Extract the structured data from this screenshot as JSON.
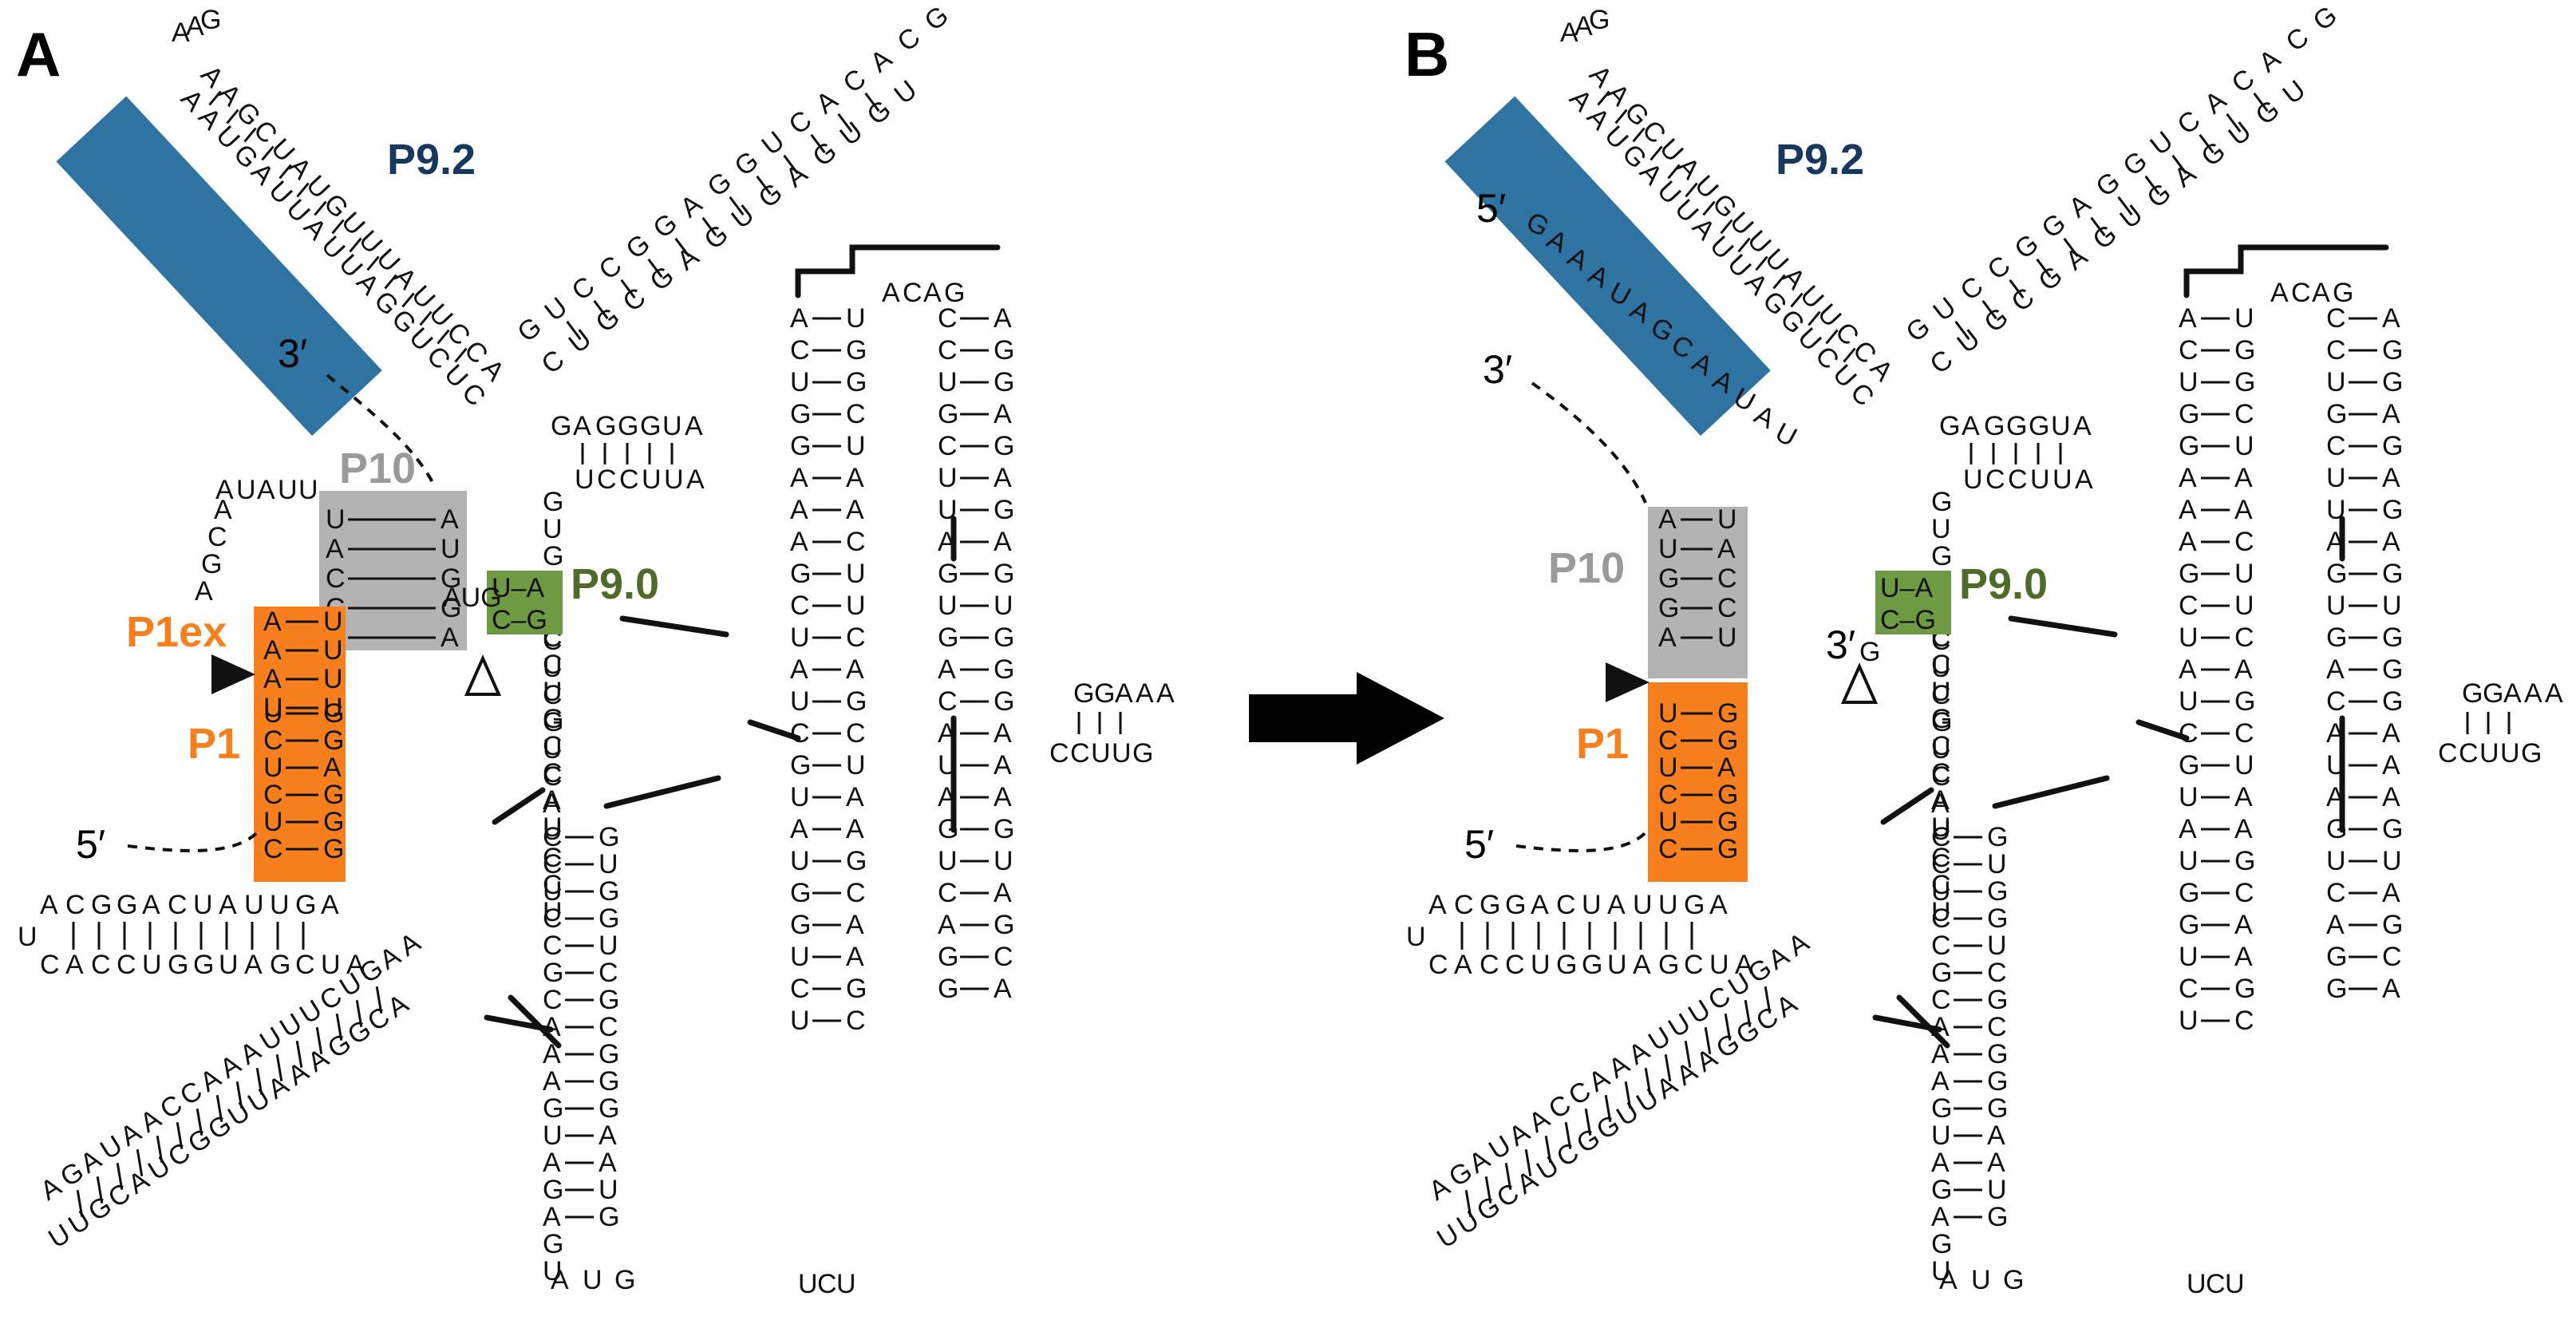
{
  "panels": [
    {
      "letter": "A",
      "labels": {
        "p9_2": "P9.2",
        "p10": "P10",
        "p9_0": "P9.0",
        "p1ex": "P1ex",
        "p1": "P1",
        "end3": "3′",
        "end5": "5′"
      },
      "segments": {
        "left_stem_top": "ACGGACUAUUGA",
        "left_stem_bottom": "CACCUGGUAGCUA",
        "left_stem_loop": "U",
        "loop_top": "AUAUU",
        "loop_left": "ACGA",
        "p10_left": "UACCU",
        "p10_right": "AUGGA",
        "p1ex_left": "AAAU",
        "p1ex_right": "UUUU",
        "p1_left": "UCUCUC",
        "p1_right": "GGAGGG",
        "p9_0_pair_1": "U–A",
        "p9_0_pair_2": "C–G",
        "p9_0_tail": "AUG",
        "gagggu_row": "GAGGGUA",
        "uccuu_row": "UCCUUA",
        "p9_2_strand_a": "AAGCUAUGUUUAUUCCA",
        "p9_2_strand_b": "AAUGAUUAUUAGGUCUC",
        "p9_2_loop": "AAG",
        "diag_arm_a": "GUCCGGAGGUCACACG",
        "diag_arm_b": "CUGCGAGUGAGUGU",
        "central_left": "GUGAUCCUGCCAU",
        "central_right": "CCUCCGCAAAGUAGAGU",
        "central_lower_left": "ACUCGUCAUCCU",
        "central_lower_right": "GUGGUCGCGGGAAUG",
        "col2_left": "ACUGGAAAGCUAUCGUAUGGUCU",
        "col2_right": "UGGCUAACUUCAGCUAAGCAAGC",
        "col3_top": "ACAG",
        "col3_left": "CCUGCUUAGUGACAUAGUCAGG",
        "col3_right": "AGGAGAGAGUGGGAAAGUAGCA",
        "col4_hairpin": "GGAAA",
        "col4_loop": "CCUUG",
        "lower_arm_top": "AGAUAACCAAAUUUCUGAA",
        "lower_arm_bottom": "UUGCAUCGGUUAAAGGCA",
        "bottom_loop": "UCU",
        "bottom_pair": "AUG"
      }
    },
    {
      "letter": "B",
      "labels": {
        "p9_2": "P9.2",
        "p10": "P10",
        "p9_0": "P9.0",
        "p1": "P1",
        "end3": "3′",
        "end5": "5′",
        "end5_top": "5′",
        "end3_inner": "3′"
      },
      "segments": {
        "left_stem_top": "ACGGACUAUUGA",
        "left_stem_bottom": "CACCUGGUAGCUA",
        "left_stem_loop": "U",
        "ext_5prime_tail": "GAAAUAGCAAUAU",
        "p10_left": "AUGGA",
        "p10_right": "UACCU",
        "p1_left": "UCUCUC",
        "p1_right": "GGAGGG",
        "p9_0_pair_1": "U–A",
        "p9_0_pair_2": "C–G",
        "p9_0_tail": "G",
        "gagggu_row": "GAGGGUA",
        "uccuu_row": "UCCUUA",
        "p9_2_strand_a": "AAGCUAUGUUUAUUCCA",
        "p9_2_strand_b": "AAUGAUUAUUAGGUCUC",
        "p9_2_loop": "AAG",
        "diag_arm_a": "GUCCGGAGGUCACACG",
        "diag_arm_b": "CUGCGAGUGAGUGU",
        "central_left": "GUGAUCCUGCCAU",
        "central_right": "CCUCCGCAAAGUAGAGU",
        "central_lower_left": "ACUCGUCAUCCU",
        "central_lower_right": "GUGGUCGCGGGAAUG",
        "col2_left": "ACUGGAAAGCUAUCGUAUGGUCU",
        "col2_right": "UGGCUAACUUCAGCUAAGCAAGC",
        "col3_top": "ACAG",
        "col3_left": "CCUGCUUAGUGACAUAGUCAGG",
        "col3_right": "AGGAGAGAGUGGGAAAGUAGCA",
        "col4_hairpin": "GGAAA",
        "col4_loop": "CCUUG",
        "lower_arm_top": "AGAUAACCAAAUUUCUGAA",
        "lower_arm_bottom": "UUGCAUCGGUUAAAGGCA",
        "bottom_loop": "UCU",
        "bottom_pair": "AUG"
      }
    }
  ],
  "colors": {
    "p9_2": "#2f73a3",
    "p10": "#b3b3b3",
    "p9_0": "#6f9a44",
    "p1": "#f77f1e",
    "p9_2_text": "#17375e",
    "p10_text": "#9a9a9a",
    "p9_0_text": "#4f6b2a",
    "p1_text": "#f77f1e"
  }
}
